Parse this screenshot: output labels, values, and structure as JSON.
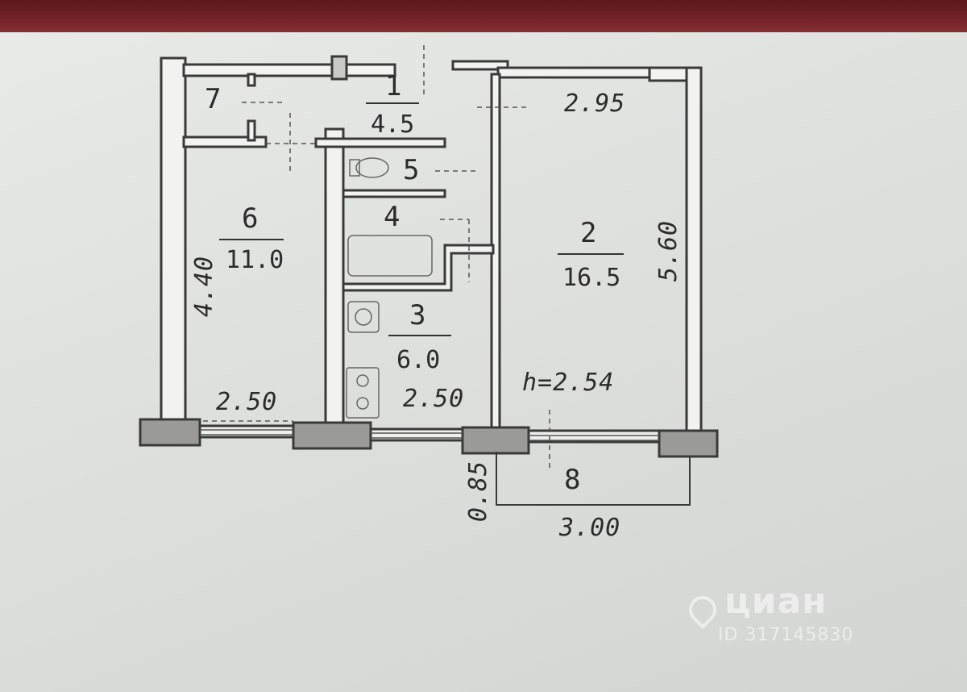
{
  "rooms": [
    {
      "number": "1",
      "area": "4.5"
    },
    {
      "number": "2",
      "area": "16.5"
    },
    {
      "number": "3",
      "area": "6.0"
    },
    {
      "number": "4"
    },
    {
      "number": "5"
    },
    {
      "number": "6",
      "area": "11.0"
    },
    {
      "number": "7"
    },
    {
      "number": "8"
    }
  ],
  "dimensions": {
    "room2_width": "2.95",
    "room2_length": "5.60",
    "room6_length": "4.40",
    "room6_width": "2.50",
    "room3_width": "2.50",
    "balcony_depth": "0.85",
    "balcony_width": "3.00",
    "ceiling_height": "h=2.54"
  },
  "watermark": {
    "brand": "циан",
    "id": "ID 317145830"
  },
  "colors": {
    "wall": "#3a3a3a",
    "wall_fill": "#f2f2f0",
    "column": "#9a9a98",
    "background": "#dde0dc",
    "top_band": "#6e2226"
  }
}
